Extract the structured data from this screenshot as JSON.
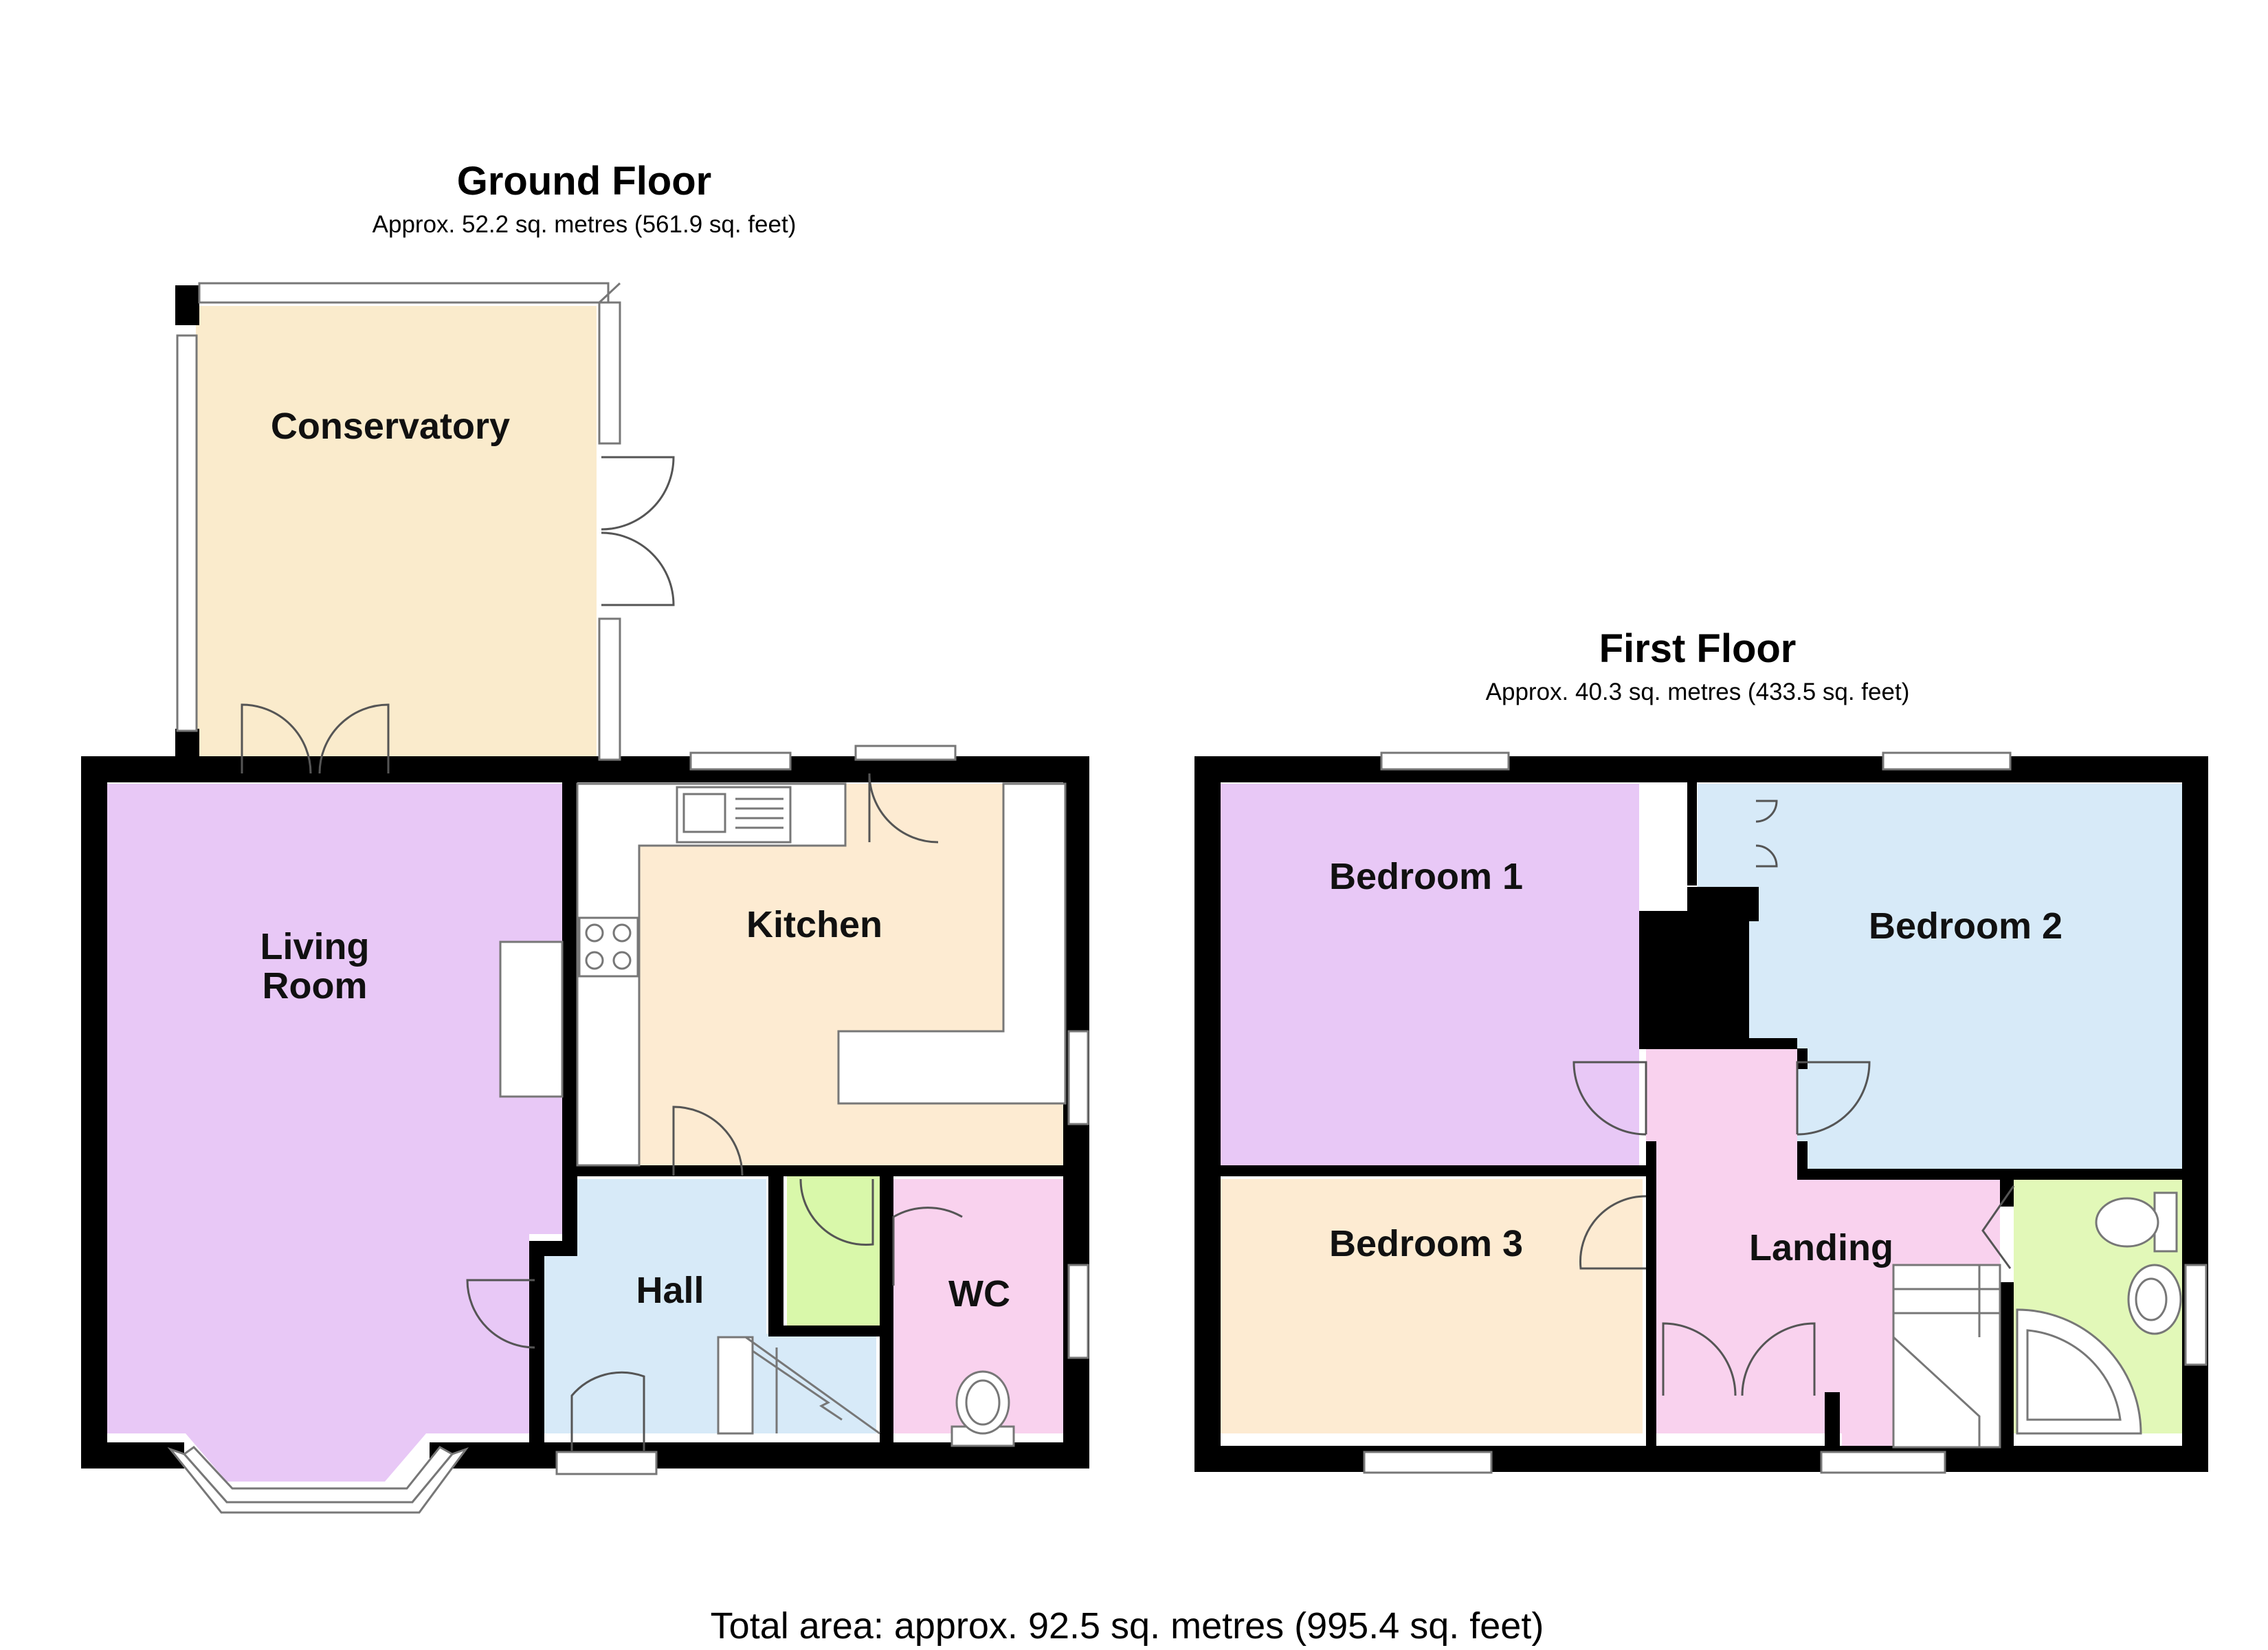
{
  "colors": {
    "living": "#e8c8f6",
    "conservatory": "#faebcc",
    "kitchen": "#fdebd2",
    "hall": "#d7eaf8",
    "cupboard": "#d9f8aa",
    "wc": "#f9d2ee",
    "bedroom1": "#e8c8f6",
    "bedroom2": "#d7eaf8",
    "bedroom3": "#fdebd2",
    "landing": "#f9d2ee",
    "bathroom": "#e2f8b8",
    "wall": "#000000"
  },
  "ground_floor": {
    "title": "Ground Floor",
    "area": "Approx. 52.2 sq. metres (561.9 sq. feet)",
    "rooms": {
      "conservatory": "Conservatory",
      "living_line1": "Living",
      "living_line2": "Room",
      "kitchen": "Kitchen",
      "hall": "Hall",
      "wc": "WC"
    }
  },
  "first_floor": {
    "title": "First Floor",
    "area": "Approx. 40.3 sq. metres (433.5 sq. feet)",
    "rooms": {
      "bedroom1": "Bedroom 1",
      "bedroom2": "Bedroom 2",
      "bedroom3": "Bedroom 3",
      "landing": "Landing"
    }
  },
  "total_area": "Total area: approx. 92.5 sq. metres (995.4 sq. feet)"
}
